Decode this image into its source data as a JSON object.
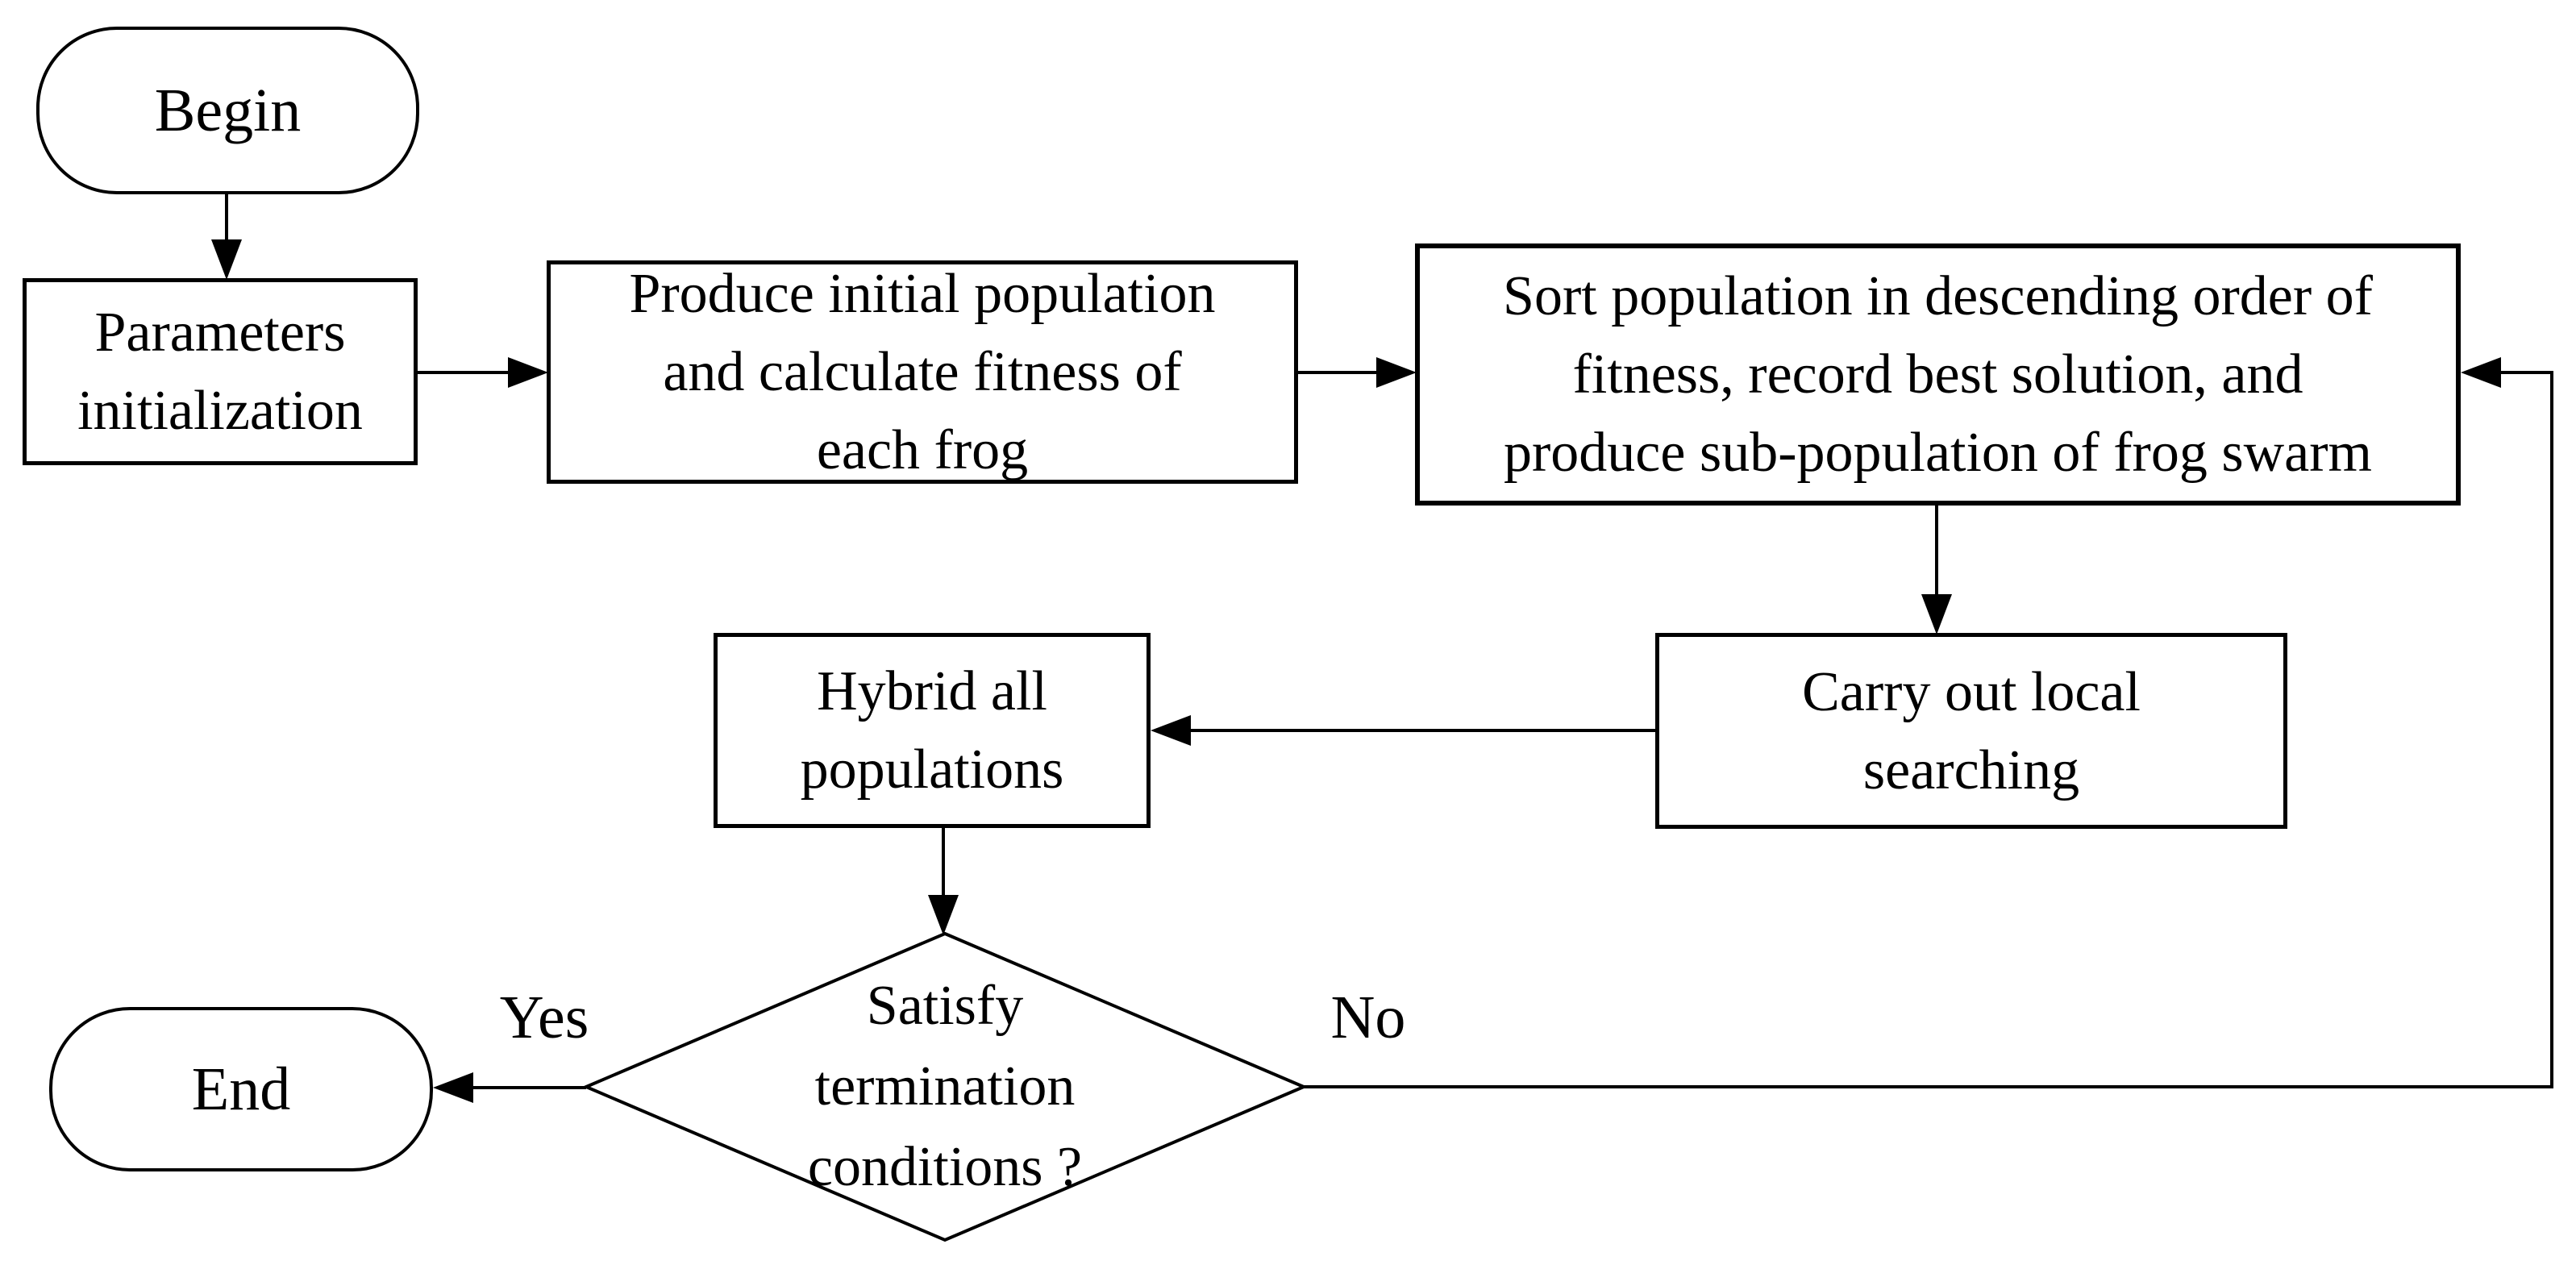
{
  "meta": {
    "background_color": "#ffffff",
    "stroke_color": "#000000",
    "diagram_type": "flowchart"
  },
  "nodes": {
    "begin": {
      "type": "terminator",
      "label": "Begin"
    },
    "parameters": {
      "type": "process",
      "label": "Parameters\ninitialization"
    },
    "produce": {
      "type": "process",
      "label": "Produce initial population\nand calculate fitness of\neach frog"
    },
    "sort": {
      "type": "process",
      "label": "Sort population in descending order of\nfitness, record best solution, and\nproduce sub-population of frog swarm"
    },
    "local_search": {
      "type": "process",
      "label": "Carry out local\nsearching"
    },
    "hybrid": {
      "type": "process",
      "label": "Hybrid all\npopulations"
    },
    "decision": {
      "type": "decision",
      "label": "Satisfy\ntermination\nconditions ?"
    },
    "end": {
      "type": "terminator",
      "label": "End"
    }
  },
  "branch_labels": {
    "yes": "Yes",
    "no": "No"
  }
}
